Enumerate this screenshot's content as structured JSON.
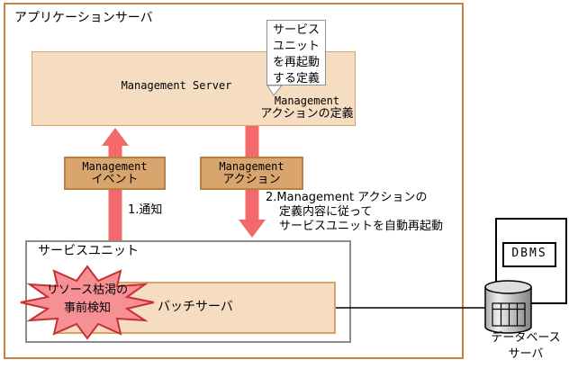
{
  "colors": {
    "frame-border": "#c8813f",
    "peach-fill": "#f6dcc1",
    "peach-border": "#d9a268",
    "tan-fill": "#d8a56e",
    "tan-border": "#b9803f",
    "arrow": "#f4696e",
    "burst-fill": "#f59095",
    "burst-border": "#c93030",
    "gray-border": "#8c8c8c",
    "callout-border": "#909090"
  },
  "app_server": {
    "title": "アプリケーションサーバ"
  },
  "management_server": {
    "label": "Management Server"
  },
  "callout": {
    "line1": "サービス",
    "line2": "ユニット",
    "line3": "を再起動",
    "line4": "する定義"
  },
  "action_definition": {
    "line1": "Management",
    "line2": "アクションの定義"
  },
  "event_box": {
    "line1": "Management",
    "line2": "イベント"
  },
  "action_box": {
    "line1": "Management",
    "line2": "アクション"
  },
  "flow": {
    "notify": "1.通知",
    "action_note_line1": "2.Management アクションの",
    "action_note_line2": "定義内容に従って",
    "action_note_line3": "サービスユニットを自動再起動"
  },
  "service_unit": {
    "title": "サービスユニット",
    "batch_server": "バッチサーバ"
  },
  "starburst": {
    "line1": "リソース枯渇の",
    "line2": "事前検知"
  },
  "database": {
    "dbms": "DBMS",
    "server_line1": "データベース",
    "server_line2": "サーバ"
  }
}
